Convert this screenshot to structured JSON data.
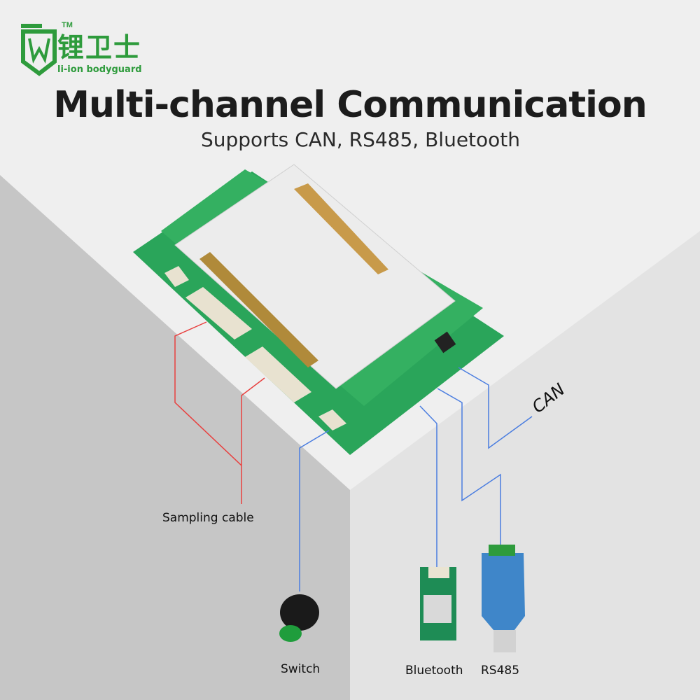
{
  "brand": {
    "name_cn": "锂卫士",
    "name_en": "li-ion bodyguard",
    "trademark": "TM",
    "color": "#2e9b3c"
  },
  "header": {
    "title": "Multi-channel Communication",
    "subtitle": "Supports CAN, RS485, Bluetooth"
  },
  "labels": {
    "sampling_cable": "Sampling cable",
    "switch": "Switch",
    "bluetooth": "Bluetooth",
    "rs485": "RS485",
    "can": "CAN"
  },
  "colors": {
    "sampling_wire": "#e8403f",
    "comm_wire": "#4a7de0",
    "pcb": "#2aa55a",
    "heatsink": "#ececec"
  }
}
